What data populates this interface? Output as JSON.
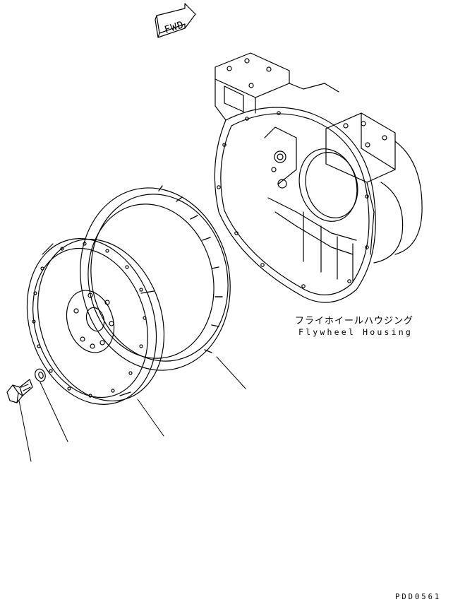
{
  "fwd_arrow": {
    "text": "FWD",
    "icon": "fwd-arrow-icon"
  },
  "callouts": {
    "housing_label_jp": "フライホイールハウジング",
    "housing_label_en": "Flywheel Housing"
  },
  "footer": {
    "page_code": "PDD0561"
  },
  "parts": [
    "bolt",
    "washer",
    "flywheel",
    "ring-gear",
    "flywheel-housing"
  ]
}
